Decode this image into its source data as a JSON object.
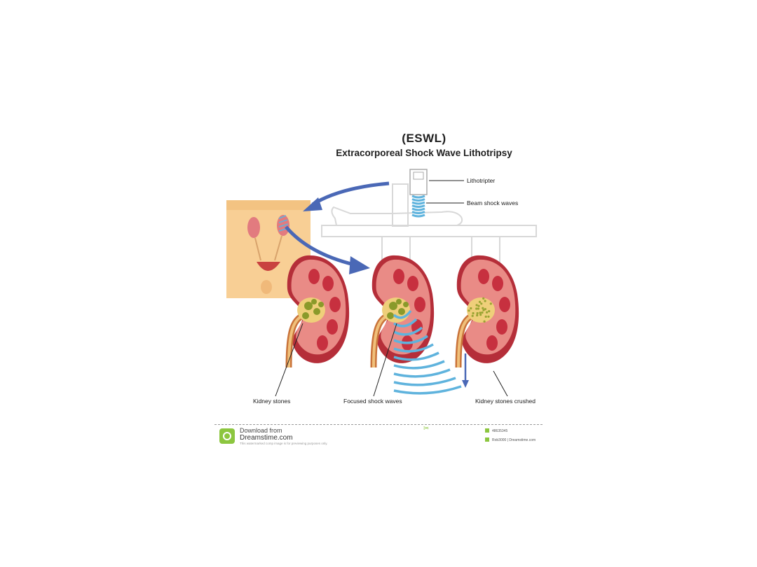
{
  "header": {
    "abbrev": "(ESWL)",
    "title": "Extracorporeal Shock Wave Lithotripsy"
  },
  "labels": {
    "lithotripter": "Lithotripter",
    "beam": "Beam shock waves",
    "stones": "Kidney stones",
    "focused": "Focused shock waves",
    "crushed": "Kidney stones crushed"
  },
  "footer": {
    "download": "Download from",
    "site": "Dreamstime.com",
    "note": "This watermarked comp image is for previewing purposes only.",
    "id": "48635345",
    "credit": "Rob3000 | Dreamstime.com"
  },
  "colors": {
    "skin": "#f8cf95",
    "kidney": "#e98b86",
    "kidney_dark": "#b52e39",
    "arrow": "#4a68b6",
    "wave": "#5fb3dd"
  }
}
